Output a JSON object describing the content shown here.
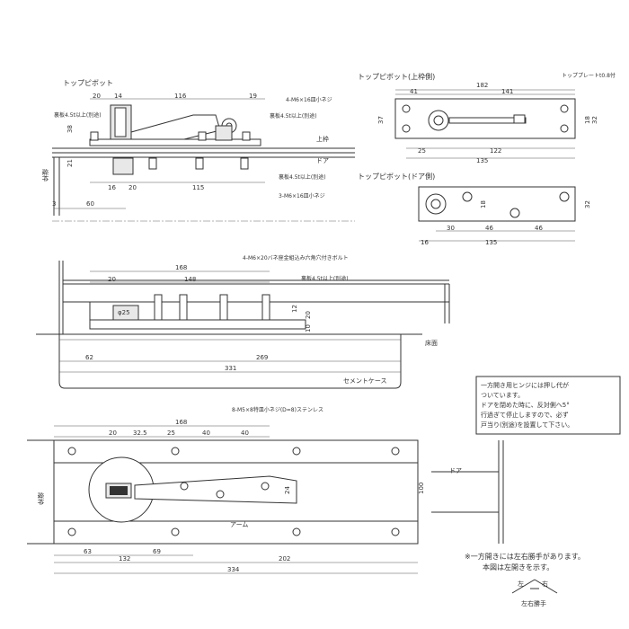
{
  "labels": {
    "top_pivot": "トップピボット",
    "top_pivot_frame": "トップピボット(上枠側)",
    "top_pivot_door": "トップピボット(ドア側)",
    "top_plate": "トッププレートt0.8付",
    "lining_top_left": "裏板4.5t以上(別途)",
    "lining_right_1": "裏板4.5t以上(別途)",
    "lining_right_2": "裏板4.5t以上(別途)",
    "lining_floor": "裏板4.5t以上(別途)",
    "screw_4m6x16": "4-M6×16皿小ネジ",
    "screw_3m6x16": "3-M6×16皿小ネジ",
    "upper_frame": "上枠",
    "door_top": "ドア",
    "jamb_top": "縦枠",
    "jamb_bottom": "縦枠",
    "bolt_4m6x20": "4-M6×20バネ座金組込み六角穴付きボルト",
    "floor_surface": "床面",
    "cement_case": "セメントケース",
    "screw_8m5x8": "8-M5×8特皿小ネジ(D=8)ステンレス",
    "door_bottom": "ドア",
    "arm": "アーム",
    "note_lines": [
      "一方開き用ヒンジには押し代が",
      "ついています。",
      "ドアを閉めた時に、反対側へ5°",
      "行過ぎて停止しますので、必ず",
      "戸当り(別途)を設置して下さい。"
    ],
    "footnote_1": "※一方開きには左右勝手があります。",
    "footnote_2": "本図は左開きを示す。",
    "hand_left": "左",
    "hand_right": "右",
    "hand_caption": "左右勝手"
  },
  "dims": {
    "d20": "20",
    "d14": "14",
    "d116": "116",
    "d19": "19",
    "d38": "38",
    "d21": "21",
    "d16": "16",
    "d20b": "20",
    "d115": "115",
    "d3": "3",
    "d60": "60",
    "d182": "182",
    "d41": "41",
    "d141": "141",
    "d37": "37",
    "d18": "18",
    "d32": "32",
    "d25": "25",
    "d122": "122",
    "d135": "135",
    "d30": "30",
    "d46a": "46",
    "d46b": "46",
    "d16b": "16",
    "d135b": "135",
    "d32b": "32",
    "d18b": "18",
    "d168": "168",
    "d20c": "20",
    "d148": "148",
    "phi25": "φ25",
    "d12": "12",
    "d20d": "20",
    "d10": "10",
    "d62": "62",
    "d269": "269",
    "d331": "331",
    "d168b": "168",
    "d20e": "20",
    "d325": "32.5",
    "d25b": "25",
    "d40a": "40",
    "d40b": "40",
    "d24": "24",
    "d100": "100",
    "d63": "63",
    "d69": "69",
    "d132": "132",
    "d202": "202",
    "d334": "334"
  }
}
